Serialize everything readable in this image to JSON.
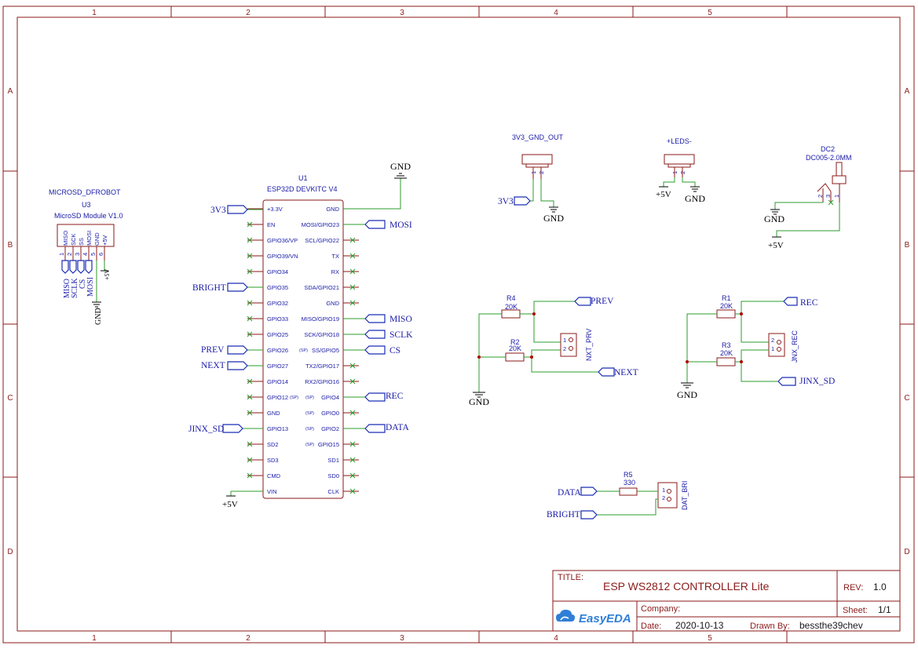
{
  "border": {
    "columns": [
      "1",
      "2",
      "3",
      "4",
      "5"
    ],
    "rows": [
      "A",
      "B",
      "C",
      "D"
    ]
  },
  "title_block": {
    "title_label": "TITLE:",
    "title": "ESP WS2812 CONTROLLER Lite",
    "rev_label": "REV:",
    "rev": "1.0",
    "company_label": "Company:",
    "sheet_label": "Sheet:",
    "sheet": "1/1",
    "date_label": "Date:",
    "date": "2020-10-13",
    "drawn_label": "Drawn By:",
    "drawn_by": "bessthe39chev",
    "logo": "EasyEDA"
  },
  "sd_module": {
    "name": "MICROSD_DFROBOT",
    "designator": "U3",
    "value": "MicroSD Module V1.0",
    "pins": [
      "MISO",
      "SCK",
      "SS",
      "MOSI",
      "GND",
      "+5V"
    ],
    "pin_numbers": [
      "1",
      "2",
      "3",
      "4",
      "5",
      "6"
    ],
    "nets": [
      "MISO",
      "SCLK",
      "CS",
      "MOSI",
      "GND",
      "+5V"
    ]
  },
  "esp32": {
    "designator": "U1",
    "value": "ESP32D DEVKITC V4",
    "left_pins": [
      "+3.3V",
      "EN",
      "GPIO36/VP",
      "GPIO39/VN",
      "GPIO34",
      "GPIO35",
      "GPIO32",
      "GPIO33",
      "GPIO25",
      "GPIO26",
      "GPIO27",
      "GPIO14",
      "GPIO12",
      "GND",
      "GPIO13",
      "SD2",
      "SD3",
      "CMD",
      "VIN"
    ],
    "right_pins": [
      "GND",
      "MOSI/GPIO23",
      "SCL/GPIO22",
      "TX",
      "RX",
      "SDA/GPIO21",
      "GND",
      "MISO/GPIO19",
      "SCK/GPIO18",
      "SS/GPIO5",
      "TX2/GPIO17",
      "RX2/GPIO16",
      "GPIO4",
      "GPIO0",
      "GPIO2",
      "GPIO15",
      "SD1",
      "SD0",
      "CLK"
    ],
    "sp_tag": "(SP)",
    "left_nets": {
      "3v3": "3V3",
      "bright": "BRIGHT",
      "prev": "PREV",
      "next": "NEXT",
      "jinx": "JINX_SD",
      "v5": "+5V"
    },
    "right_nets": {
      "gnd": "GND",
      "mosi": "MOSI",
      "miso": "MISO",
      "sclk": "SCLK",
      "cs": "CS",
      "rec": "REC",
      "data": "DATA"
    }
  },
  "out_conn": {
    "name": "3V3_GND_OUT",
    "pin1": "1",
    "pin2": "2",
    "net1": "3V3",
    "net2": "GND"
  },
  "leds_conn": {
    "name": "+LEDS-",
    "pin1": "1",
    "pin2": "2",
    "net1": "+5V",
    "net2": "GND"
  },
  "dc_jack": {
    "designator": "DC2",
    "value": "DC005-2.0MM",
    "pins": [
      "2",
      "3",
      "1"
    ],
    "net_gnd": "GND",
    "net_v5": "+5V"
  },
  "prv_block": {
    "r4": {
      "ref": "R4",
      "value": "20K"
    },
    "r2": {
      "ref": "R2",
      "value": "20K"
    },
    "conn": {
      "name": "NXT_PRV",
      "pin1": "1",
      "pin2": "2"
    },
    "nets": {
      "prev": "PREV",
      "next": "NEXT",
      "gnd": "GND"
    }
  },
  "rec_block": {
    "r1": {
      "ref": "R1",
      "value": "20K"
    },
    "r3": {
      "ref": "R3",
      "value": "20K"
    },
    "conn": {
      "name": "JNX_REC",
      "pin1": "2",
      "pin2": "1"
    },
    "nets": {
      "rec": "REC",
      "jinx": "JINX_SD",
      "gnd": "GND"
    }
  },
  "dat_block": {
    "r5": {
      "ref": "R5",
      "value": "330"
    },
    "conn": {
      "name": "DAT_BRI",
      "pin1": "1",
      "pin2": "2"
    },
    "nets": {
      "data": "DATA",
      "bright": "BRIGHT"
    }
  }
}
